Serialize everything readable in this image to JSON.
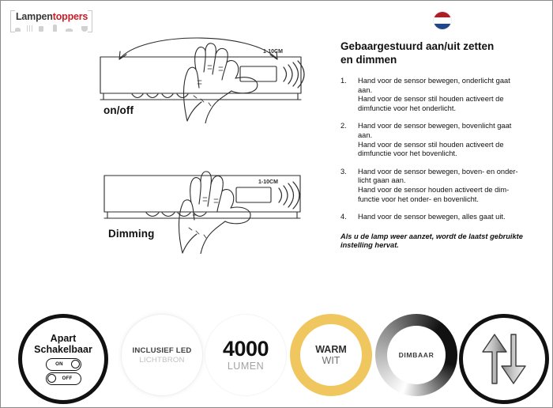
{
  "logo": {
    "text_part1": "Lampen",
    "text_part2": "toppers",
    "brand_color": "#c6202a"
  },
  "diagrams": [
    {
      "id": "onoff",
      "label": "on/off",
      "sensor_distance": "1-10CM",
      "icon": "hand-gesture-over-lamp"
    },
    {
      "id": "dimming",
      "label": "Dimming",
      "sensor_distance": "1-10CM",
      "icon": "hand-hold-over-lamp"
    }
  ],
  "instructions": {
    "flag": "netherlands-flag",
    "heading_line1": "Gebaargestuurd aan/uit zetten",
    "heading_line2": "en dimmen",
    "steps": [
      {
        "num": "1.",
        "lines": [
          "Hand voor de sensor bewegen, onderlicht gaat",
          "aan.",
          "Hand voor de sensor stil houden activeert de",
          "dimfunctie voor het onderlicht."
        ]
      },
      {
        "num": "2.",
        "lines": [
          "Hand voor de sensor bewegen, bovenlicht gaat",
          "aan.",
          "Hand voor de sensor stil houden activeert de",
          "dimfunctie voor het bovenlicht."
        ]
      },
      {
        "num": "3.",
        "lines": [
          "Hand voor de sensor bewegen, boven- en onder-",
          "licht gaan aan.",
          "Hand voor de sensor houden activeert de dim-",
          "functie voor het onder- en bovenlicht."
        ]
      },
      {
        "num": "4.",
        "lines": [
          "Hand voor de sensor bewegen, alles gaat uit."
        ]
      }
    ],
    "note_line1": "Als u de lamp weer aanzet, wordt de laatst gebruikte",
    "note_line2": "instelling hervat."
  },
  "badges": [
    {
      "id": "apart",
      "title_line1": "Apart",
      "title_line2": "Schakelbaar",
      "toggle_on": "ON",
      "toggle_off": "OFF"
    },
    {
      "id": "led",
      "title_line1": "INCLUSIEF LED",
      "title_line2": "LICHTBRON"
    },
    {
      "id": "lumen",
      "value": "4000",
      "unit": "LUMEN"
    },
    {
      "id": "warm",
      "title_line1": "WARM",
      "title_line2": "WIT",
      "color": "#efc75e"
    },
    {
      "id": "dimbaar",
      "title": "DIMBAAR"
    },
    {
      "id": "arrows",
      "icon": "up-down-arrows-icon"
    }
  ]
}
